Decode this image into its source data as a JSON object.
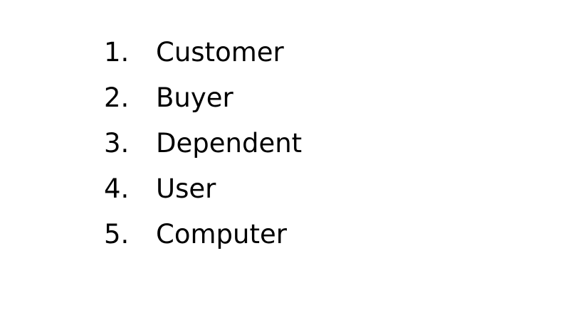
{
  "list": {
    "items": [
      {
        "number": "1.",
        "text": "Customer"
      },
      {
        "number": "2.",
        "text": "Buyer"
      },
      {
        "number": "3.",
        "text": "Dependent"
      },
      {
        "number": "4.",
        "text": "User"
      },
      {
        "number": "5.",
        "text": "Computer"
      }
    ]
  }
}
